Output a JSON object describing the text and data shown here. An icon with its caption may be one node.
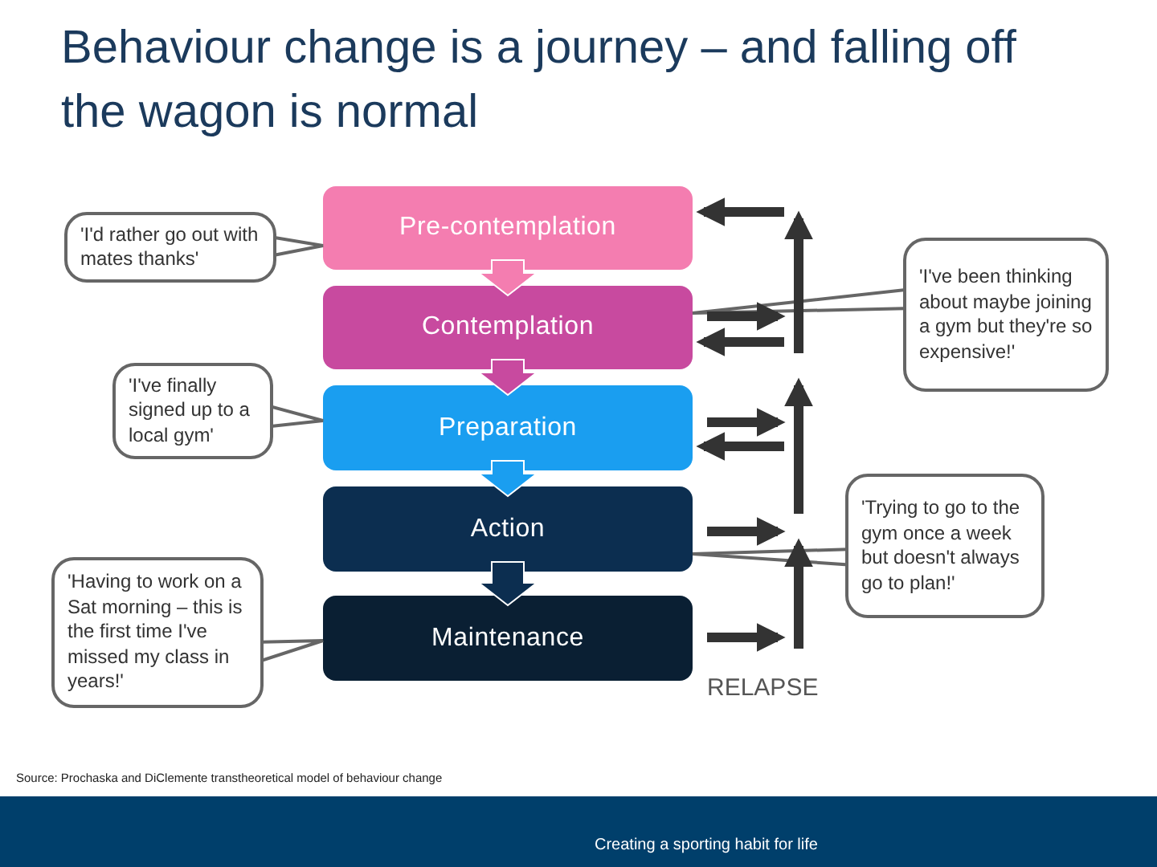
{
  "diagram": {
    "title": "Behaviour change is a journey – and falling off the wagon is normal",
    "nodes": [
      {
        "text": [
          "Pre-contemplation"
        ]
      },
      {
        "text": [
          "Contemplation"
        ]
      },
      {
        "text": [
          "Preparation"
        ]
      },
      {
        "text": [
          "Action"
        ]
      },
      {
        "text": [
          "Maintenance"
        ]
      },
      {
        "text": [
          "'I'd rather go out with mates thanks'"
        ]
      },
      {
        "text": [
          "'I've been thinking about maybe joining a gym but they're so expensive!'"
        ]
      },
      {
        "text": [
          "'I've finally signed up to a local gym'"
        ]
      },
      {
        "text": [
          "'Trying to go to the gym once a week but doesn't always go to plan!'"
        ]
      },
      {
        "text": [
          "'Having to work on a Sat morning – this is the first time I've missed my class in years!'"
        ]
      }
    ],
    "edges": [
      {
        "from": 0,
        "to": 1,
        "arrow": "to"
      },
      {
        "from": 1,
        "to": 2,
        "arrow": "to"
      },
      {
        "from": 2,
        "to": 3,
        "arrow": "to"
      },
      {
        "from": 3,
        "to": 4,
        "arrow": "to"
      },
      {
        "from": 5,
        "to": 0,
        "arrow": "none"
      },
      {
        "from": 6,
        "to": 1,
        "arrow": "none"
      },
      {
        "from": 7,
        "to": 2,
        "arrow": "none"
      },
      {
        "from": 8,
        "to": 3,
        "arrow": "none"
      },
      {
        "from": 9,
        "to": 4,
        "arrow": "none"
      },
      {
        "from": null,
        "to": 0,
        "arrow": "to"
      },
      {
        "from": 1,
        "to": null,
        "arrow": "to"
      },
      {
        "from": null,
        "to": 1,
        "arrow": "to"
      },
      {
        "from": 2,
        "to": null,
        "arrow": "to"
      },
      {
        "from": null,
        "to": 2,
        "arrow": "to"
      },
      {
        "from": 3,
        "to": null,
        "arrow": "to"
      },
      {
        "from": 4,
        "to": null,
        "arrow": "to"
      }
    ],
    "labels": [
      "RELAPSE",
      "Source: Prochaska and DiClemente transtheoretical model of behaviour change",
      "Creating a sporting habit for life"
    ]
  }
}
